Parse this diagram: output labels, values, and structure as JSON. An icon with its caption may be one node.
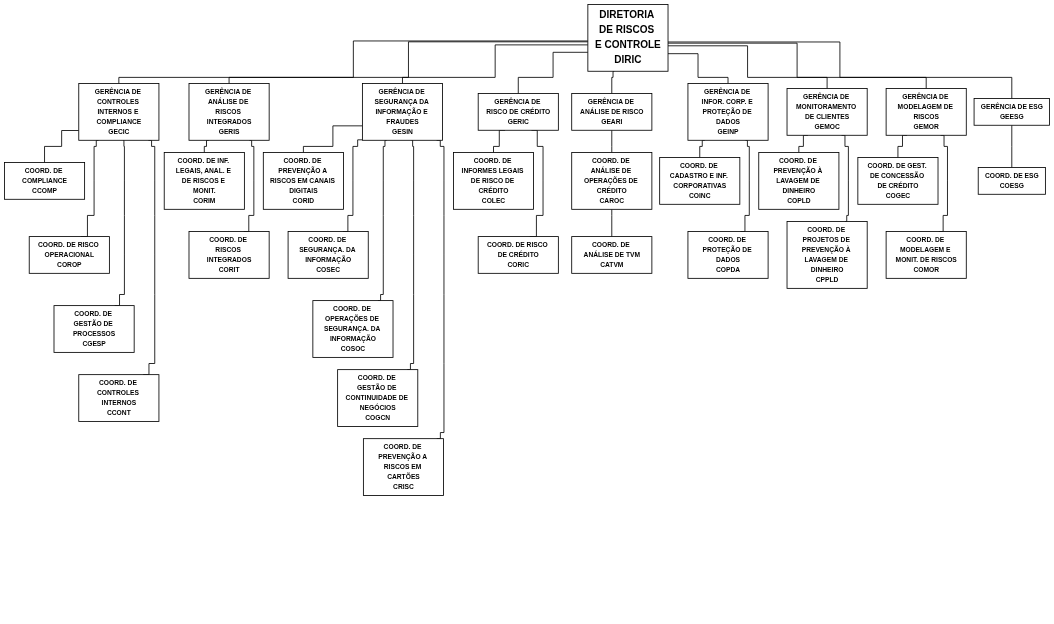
{
  "diagram": {
    "nodes": [
      {
        "text": [
          "DIRETORIA DE RISCOS E CONTROLE",
          "DIRIC"
        ]
      },
      {
        "text": [
          "GERÊNCIA DE CONTROLES INTERNOS E COMPLIANCE",
          "GECIC"
        ]
      },
      {
        "text": [
          "GERÊNCIA DE ANÁLISE DE RISCOS INTEGRADOS",
          "GERIS"
        ]
      },
      {
        "text": [
          "GERÊNCIA DE SEGURANÇA DA INFORMAÇÃO E FRAUDES",
          "GESIN"
        ]
      },
      {
        "text": [
          "GERÊNCIA DE RISCO DE CRÉDITO",
          "GERIC"
        ]
      },
      {
        "text": [
          "GERÊNCIA DE ANÁLISE DE RISCO",
          "GEARI"
        ]
      },
      {
        "text": [
          "GERÊNCIA DE INFOR. CORP. E PROTEÇÃO DE DADOS",
          "GEINP"
        ]
      },
      {
        "text": [
          "GERÊNCIA DE MONITORAMENTO DE CLIENTES",
          "GEMOC"
        ]
      },
      {
        "text": [
          "GERÊNCIA DE MODELAGEM DE RISCOS",
          "GEMOR"
        ]
      },
      {
        "text": [
          "GERÊNCIA DE ESG",
          "GEESG"
        ]
      },
      {
        "text": [
          "COORD. DE COMPLIANCE",
          "CCOMP"
        ]
      },
      {
        "text": [
          "COORD. DE RISCO OPERACIONAL",
          "COROP"
        ]
      },
      {
        "text": [
          "COORD. DE GESTÃO DE PROCESSOS",
          "CGESP"
        ]
      },
      {
        "text": [
          "COORD. DE CONTROLES INTERNOS",
          "CCONT"
        ]
      },
      {
        "text": [
          "COORD. DE INF. LEGAIS, ANAL. E DE RISCOS E MONIT.",
          "CORIM"
        ]
      },
      {
        "text": [
          "COORD. DE RISCOS INTEGRADOS",
          "CORIT"
        ]
      },
      {
        "text": [
          "COORD. DE PREVENÇÃO A RISCOS EM CANAIS DIGITAIS",
          "CORID"
        ]
      },
      {
        "text": [
          "COORD. DE SEGURANÇA. DA INFORMAÇÃO",
          "COSEC"
        ]
      },
      {
        "text": [
          "COORD. DE OPERAÇÕES DE SEGURANÇA. DA INFORMAÇÃO",
          "COSOC"
        ]
      },
      {
        "text": [
          "COORD. DE GESTÃO DE CONTINUIDADE DE NEGÓCIOS",
          "COGCN"
        ]
      },
      {
        "text": [
          "COORD. DE PREVENÇÃO A RISCOS EM CARTÕES",
          "CRISC"
        ]
      },
      {
        "text": [
          "COORD. DE INFORMES LEGAIS DE RISCO DE CRÉDITO",
          "COLEC"
        ]
      },
      {
        "text": [
          "COORD. DE RISCO DE CRÉDITO",
          "CORIC"
        ]
      },
      {
        "text": [
          "COORD. DE ANÁLISE DE OPERAÇÕES DE CRÉDITO",
          "CAROC"
        ]
      },
      {
        "text": [
          "COORD. DE ANÁLISE DE TVM",
          "CATVM"
        ]
      },
      {
        "text": [
          "COORD. DE CADASTRO E INF. CORPORATIVAS",
          "COINC"
        ]
      },
      {
        "text": [
          "COORD. DE PROTEÇÃO DE DADOS",
          "COPDA"
        ]
      },
      {
        "text": [
          "COORD. DE PREVENÇÃO À LAVAGEM DE DINHEIRO",
          "COPLD"
        ]
      },
      {
        "text": [
          "COORD. DE PROJETOS DE PREVENÇÃO À LAVAGEM DE DINHEIRO",
          "CPPLD"
        ]
      },
      {
        "text": [
          "COORD. DE GEST. DE CONCESSÃO DE CRÉDITO",
          "COGEC"
        ]
      },
      {
        "text": [
          "COORD. DE MODELAGEM E MONIT. DE RISCOS",
          "COMOR"
        ]
      },
      {
        "text": [
          "COORD. DE ESG",
          "COESG"
        ]
      }
    ],
    "edges": [
      {
        "from": 0,
        "to": 1,
        "arrow": "none"
      },
      {
        "from": 0,
        "to": 2,
        "arrow": "none"
      },
      {
        "from": 0,
        "to": 3,
        "arrow": "none"
      },
      {
        "from": 0,
        "to": 4,
        "arrow": "none"
      },
      {
        "from": 0,
        "to": 5,
        "arrow": "none"
      },
      {
        "from": 0,
        "to": 6,
        "arrow": "none"
      },
      {
        "from": 0,
        "to": 7,
        "arrow": "none"
      },
      {
        "from": 0,
        "to": 8,
        "arrow": "none"
      },
      {
        "from": 0,
        "to": 9,
        "arrow": "none"
      },
      {
        "from": 1,
        "to": 10,
        "arrow": "none"
      },
      {
        "from": 1,
        "to": 11,
        "arrow": "none"
      },
      {
        "from": 1,
        "to": 12,
        "arrow": "none"
      },
      {
        "from": 1,
        "to": 13,
        "arrow": "none"
      },
      {
        "from": 2,
        "to": 14,
        "arrow": "none"
      },
      {
        "from": 2,
        "to": 15,
        "arrow": "none"
      },
      {
        "from": 3,
        "to": 16,
        "arrow": "none"
      },
      {
        "from": 3,
        "to": 17,
        "arrow": "none"
      },
      {
        "from": 3,
        "to": 18,
        "arrow": "none"
      },
      {
        "from": 3,
        "to": 19,
        "arrow": "none"
      },
      {
        "from": 3,
        "to": 20,
        "arrow": "none"
      },
      {
        "from": 4,
        "to": 21,
        "arrow": "none"
      },
      {
        "from": 4,
        "to": 22,
        "arrow": "none"
      },
      {
        "from": 5,
        "to": 23,
        "arrow": "none"
      },
      {
        "from": 23,
        "to": 24,
        "arrow": "none"
      },
      {
        "from": 6,
        "to": 25,
        "arrow": "none"
      },
      {
        "from": 6,
        "to": 26,
        "arrow": "none"
      },
      {
        "from": 7,
        "to": 27,
        "arrow": "none"
      },
      {
        "from": 7,
        "to": 28,
        "arrow": "none"
      },
      {
        "from": 8,
        "to": 29,
        "arrow": "none"
      },
      {
        "from": 8,
        "to": 30,
        "arrow": "none"
      },
      {
        "from": 9,
        "to": 31,
        "arrow": "none"
      }
    ]
  }
}
